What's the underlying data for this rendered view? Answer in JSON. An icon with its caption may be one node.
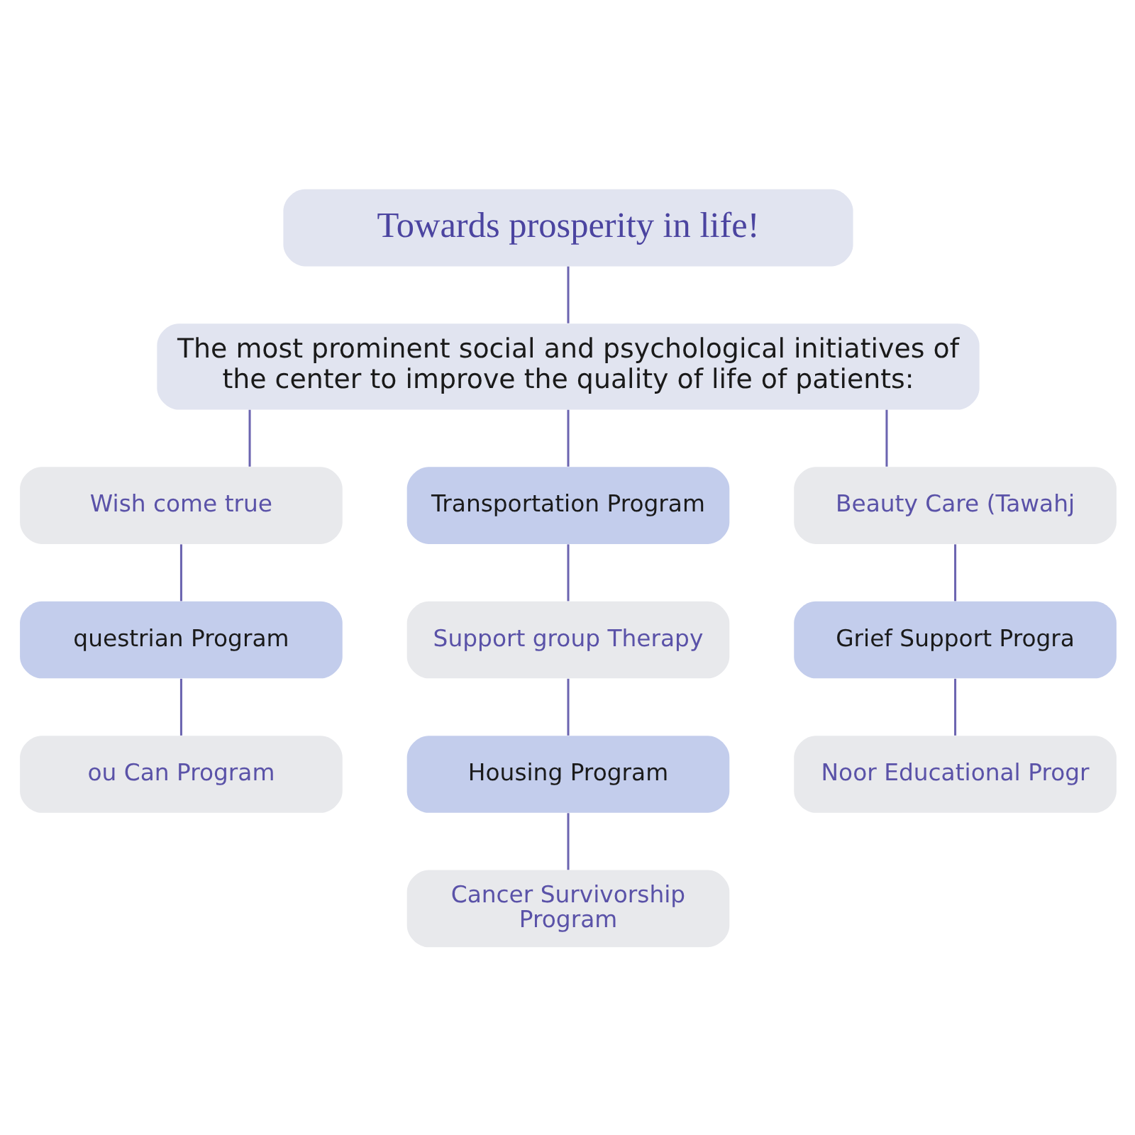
{
  "diagram": {
    "nodes": [
      {
        "text": [
          "Towards prosperity in life!"
        ]
      },
      {
        "text": [
          "The most prominent social and psychological initiatives of the center to improve the quality of life of patients:"
        ]
      },
      {
        "text": [
          "Wish come true"
        ]
      },
      {
        "text": [
          "Transportation Program"
        ]
      },
      {
        "text": [
          "Beauty Care (Tawahj"
        ]
      },
      {
        "text": [
          "questrian Program"
        ]
      },
      {
        "text": [
          "Support group Therapy"
        ]
      },
      {
        "text": [
          "Grief Support Progra"
        ]
      },
      {
        "text": [
          "ou Can Program"
        ]
      },
      {
        "text": [
          "Housing Program"
        ]
      },
      {
        "text": [
          "Noor Educational Progr"
        ]
      },
      {
        "text": [
          "Cancer Survivorship Program"
        ]
      }
    ],
    "edges": [
      {
        "from": 0,
        "to": 1,
        "arrow": "none"
      },
      {
        "from": 1,
        "to": 2,
        "arrow": "none"
      },
      {
        "from": 1,
        "to": 3,
        "arrow": "none"
      },
      {
        "from": 1,
        "to": 4,
        "arrow": "none"
      },
      {
        "from": 2,
        "to": 5,
        "arrow": "none"
      },
      {
        "from": 5,
        "to": 8,
        "arrow": "none"
      },
      {
        "from": 3,
        "to": 6,
        "arrow": "none"
      },
      {
        "from": 6,
        "to": 9,
        "arrow": "none"
      },
      {
        "from": 9,
        "to": 11,
        "arrow": "none"
      },
      {
        "from": 4,
        "to": 7,
        "arrow": "none"
      },
      {
        "from": 7,
        "to": 10,
        "arrow": "none"
      }
    ]
  }
}
